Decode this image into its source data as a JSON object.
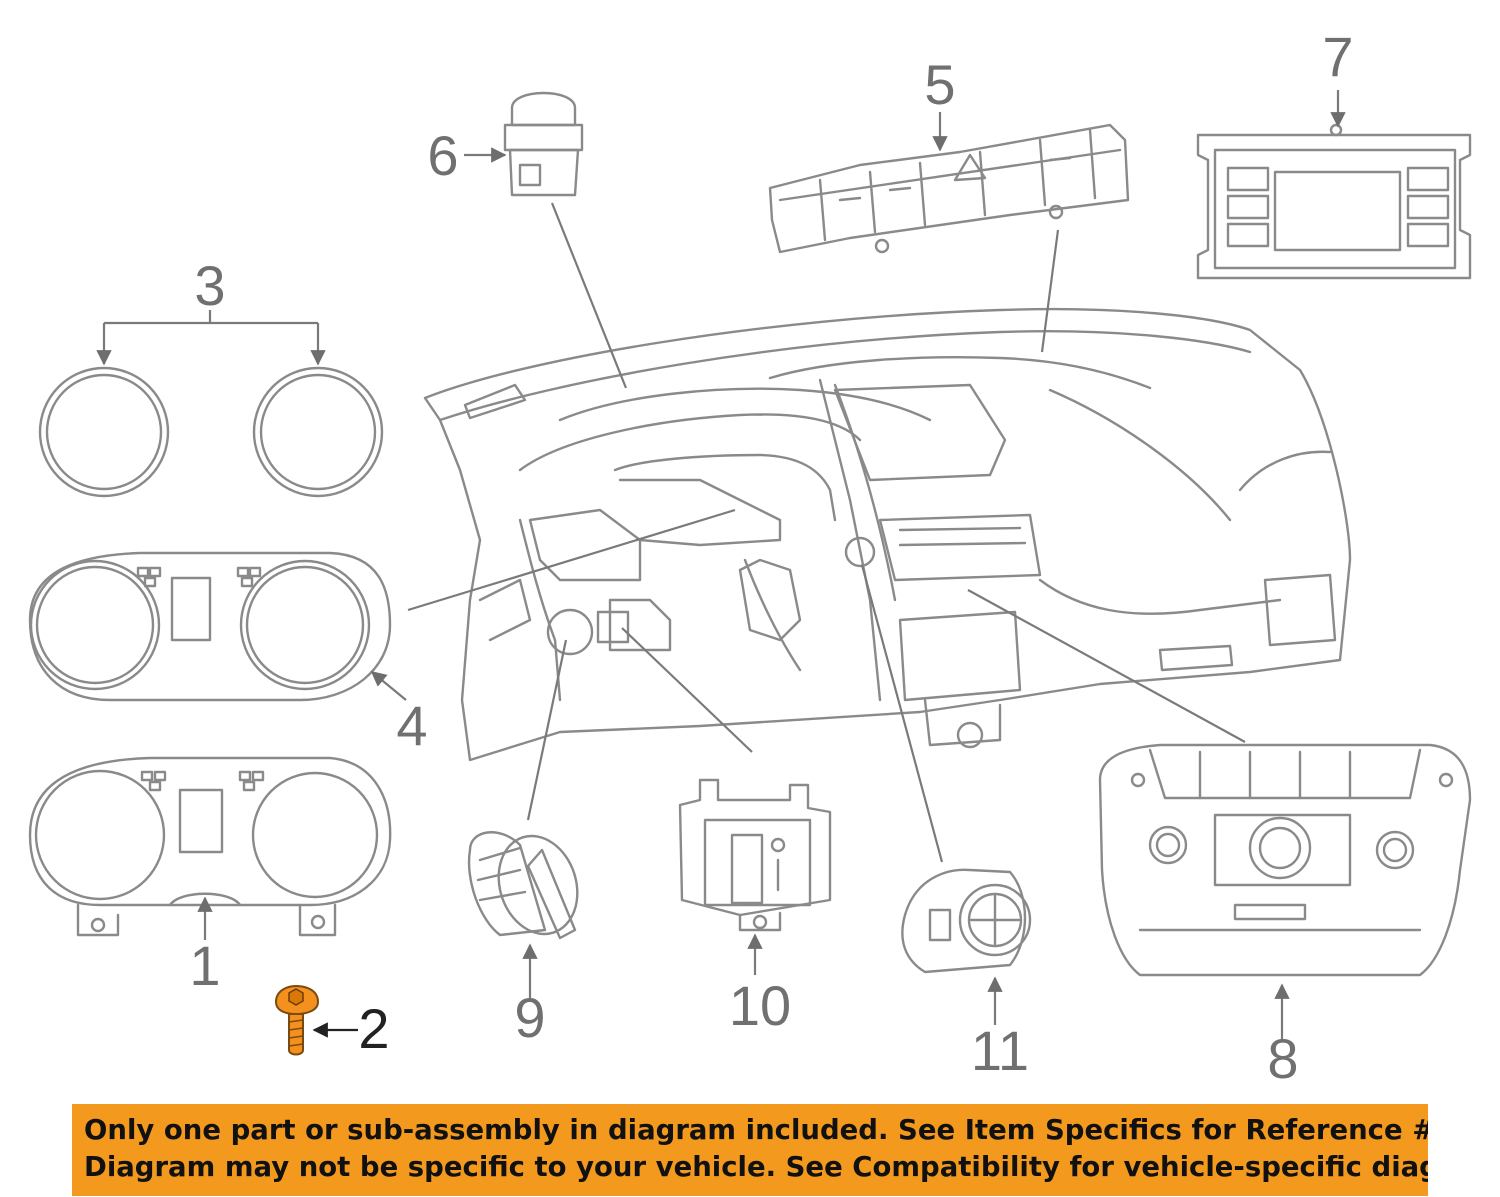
{
  "colors": {
    "line_art": "#8a8a8a",
    "highlight_part": "#f4901e",
    "banner_background": "#f39a1e",
    "banner_text": "#111111"
  },
  "callouts": {
    "c1": "1",
    "c2": "2",
    "c3": "3",
    "c4": "4",
    "c5": "5",
    "c6": "6",
    "c7": "7",
    "c8": "8",
    "c9": "9",
    "c10": "10",
    "c11": "11"
  },
  "highlighted_callout": "2",
  "disclaimer": {
    "line1": "Only one part or sub-assembly in diagram included. See Item Specifics for Reference #.",
    "line2": "Diagram may not be specific to your vehicle. See Compatibility for vehicle-specific diagrams."
  }
}
